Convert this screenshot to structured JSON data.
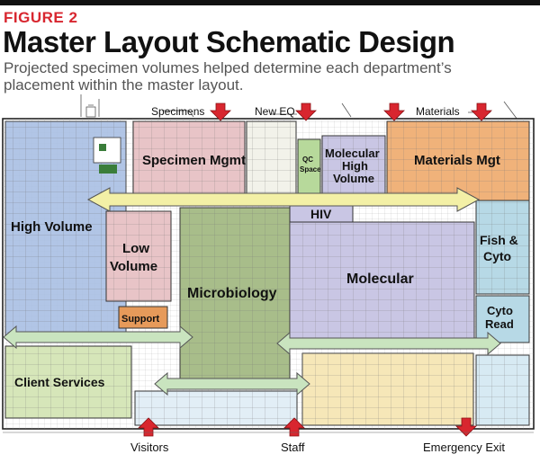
{
  "header": {
    "figure_label": "FIGURE 2",
    "title": "Master Layout Schematic Design",
    "subtitle_line1": "Projected specimen volumes helped determine each department’s",
    "subtitle_line2": "placement within the master layout."
  },
  "entries": {
    "specimens": "Specimens",
    "new_eq": "New EQ",
    "materials": "Materials"
  },
  "departments": {
    "high_volume": "High Volume",
    "specimen_mgmt": "Specimen Mgmt",
    "qc_space_1": "QC",
    "qc_space_2": "Space",
    "molecular_high_volume_1": "Molecular",
    "molecular_high_volume_2": "High",
    "molecular_high_volume_3": "Volume",
    "materials_mgt": "Materials Mgt",
    "hiv": "HIV",
    "low_volume_1": "Low",
    "low_volume_2": "Volume",
    "support": "Support",
    "microbiology": "Microbiology",
    "molecular": "Molecular",
    "fish_cyto_1": "Fish &",
    "fish_cyto_2": "Cyto",
    "cyto_read_1": "Cyto",
    "cyto_read_2": "Read",
    "client_services": "Client Services"
  },
  "exits": {
    "visitors": "Visitors",
    "staff": "Staff",
    "emergency_exit": "Emergency Exit"
  },
  "colors": {
    "accent_red": "#d8262f",
    "high_volume": "#a9bfe4",
    "specimen_mgmt": "#e8c4c7",
    "qc_space": "#b7d99b",
    "molecular_high_volume": "#c9c6e4",
    "materials_mgt": "#f0b27a",
    "low_volume": "#e8c4c7",
    "support": "#e69a5a",
    "microbiology": "#a8bd8a",
    "molecular": "#c9c6e4",
    "fish_cyto": "#b7d9e6",
    "client_services": "#d6e6b9",
    "yellow_corridor": "#f3f0a6",
    "green_corridor": "#c9e4bf"
  }
}
